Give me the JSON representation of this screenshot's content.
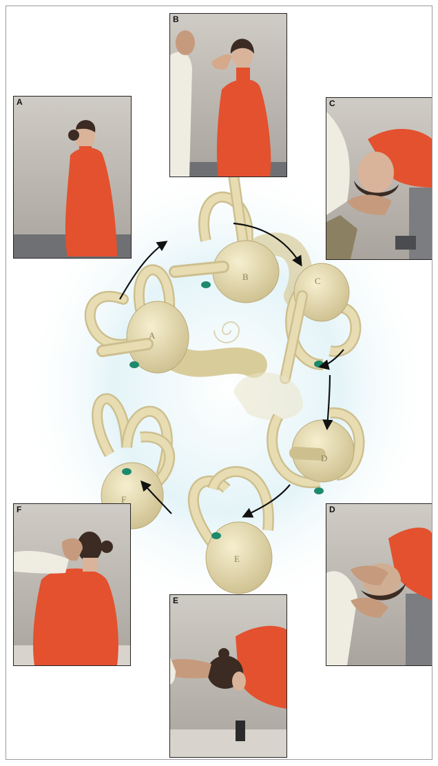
{
  "panels": {
    "A": {
      "label": "A"
    },
    "B": {
      "label": "B"
    },
    "C": {
      "label": "C"
    },
    "D": {
      "label": "D"
    },
    "E": {
      "label": "E"
    },
    "F": {
      "label": "F"
    }
  },
  "labyrinth_labels": [
    "A",
    "B",
    "C",
    "D",
    "E",
    "F"
  ],
  "colors": {
    "sweater": "#e3512f",
    "bone": "#e7dcb2",
    "otolith": "#1d8a6c",
    "glow": "#bfe6ef",
    "coat": "#efece2"
  }
}
